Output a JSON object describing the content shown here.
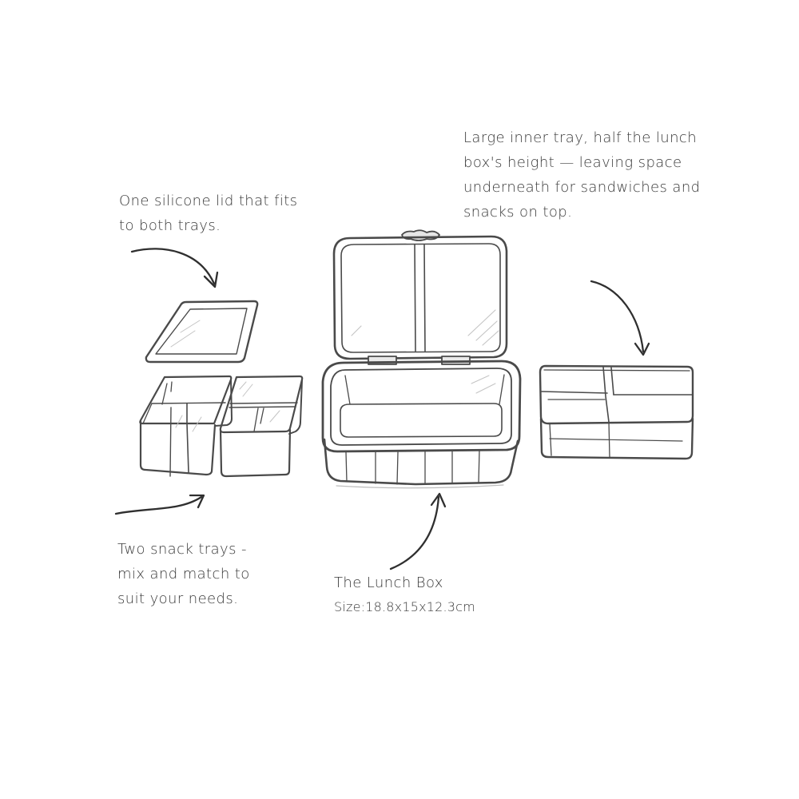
{
  "annotations": {
    "lid": {
      "lines": [
        "One silicone lid  that fits",
        "to both trays."
      ]
    },
    "inner_tray": {
      "lines": [
        "Large inner tray, half the lunch",
        "box's height — leaving space",
        "underneath for sandwiches and",
        "snacks on top."
      ]
    },
    "snack_trays": {
      "lines": [
        "Two snack trays -",
        "mix and match to",
        "suit your needs."
      ]
    },
    "lunch_box": {
      "title": "The Lunch Box",
      "size": "Size:18.8x15x12.3cm"
    }
  },
  "colors": {
    "ink": "#3a3a3a",
    "sketch_line": "#4a4a4a",
    "hatch": "#b5b5b5",
    "background": "#ffffff"
  }
}
